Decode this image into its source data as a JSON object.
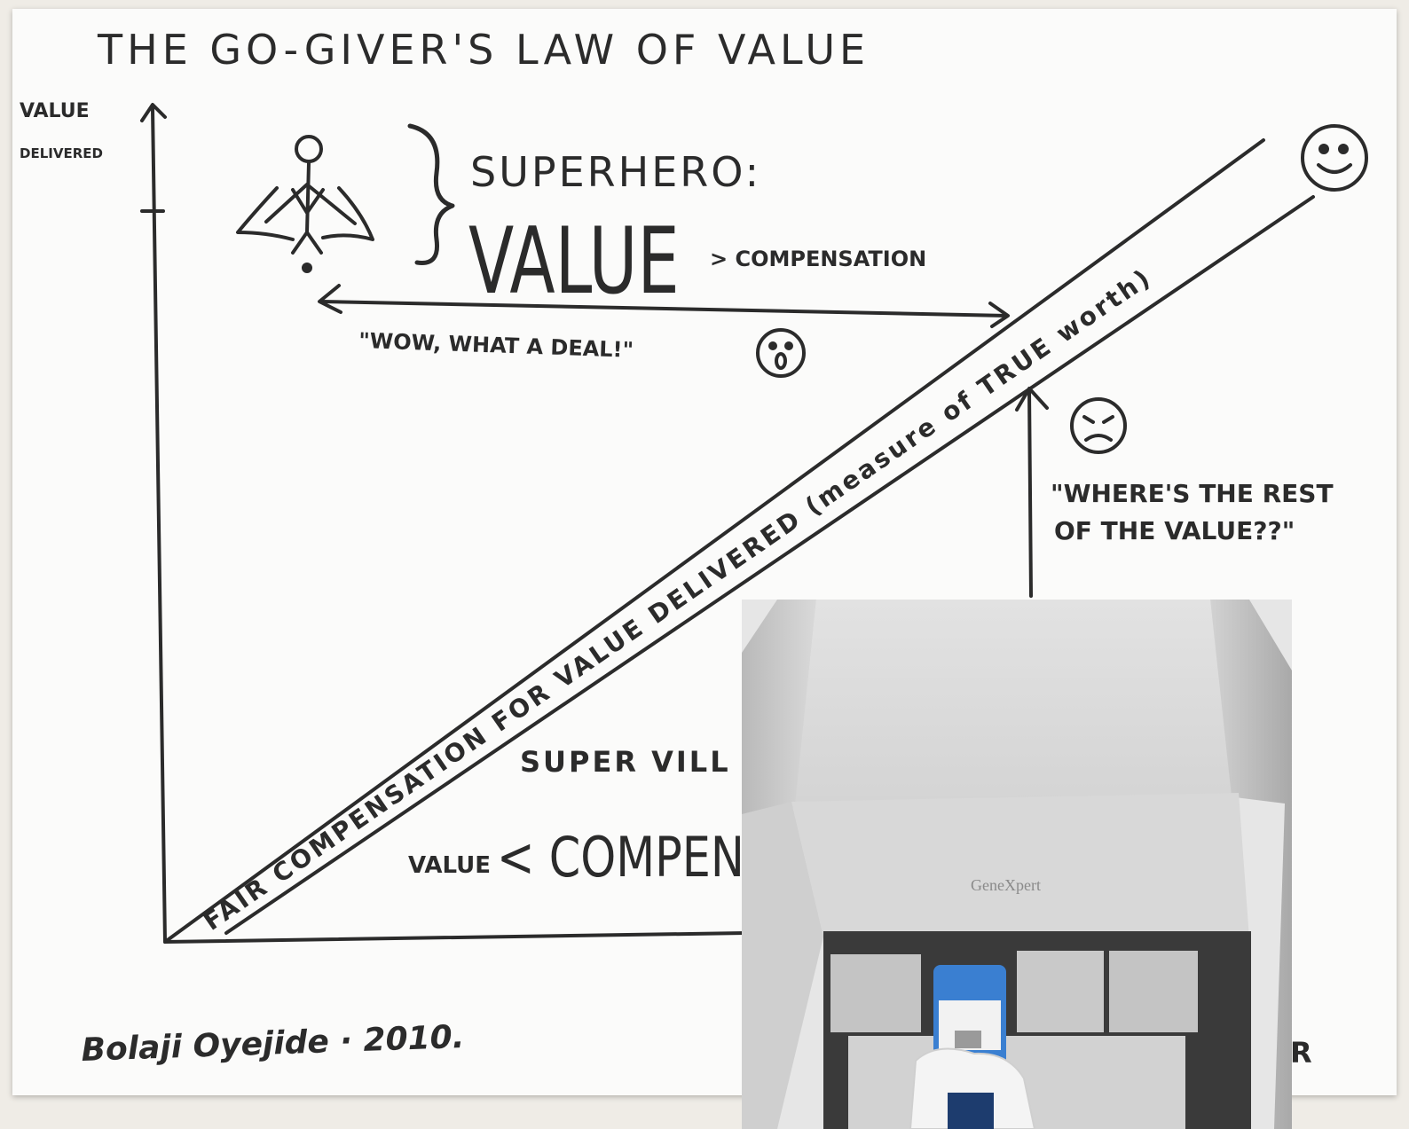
{
  "title": "THE GO-GIVER'S LAW OF VALUE",
  "y_axis_label_line1": "VALUE",
  "y_axis_label_line2": "DELIVERED",
  "superhero_label": "SUPERHERO:",
  "superhero_value_word": "VALUE",
  "superhero_relation": "> COMPENSATION",
  "wow_quote": "\"WOW, WHAT A DEAL!\"",
  "fair_line_text": "FAIR COMPENSATION FOR VALUE DELIVERED (measure of TRUE worth)",
  "rest_quote_line1": "\"WHERE'S THE REST",
  "rest_quote_line2": "OF THE VALUE??\"",
  "supervillain_label": "SUPER VILL",
  "villain_value_word": "VALUE",
  "villain_relation": "< COMPEN",
  "partial_letter": "R",
  "signature": "Bolaji Oyejide · 2010.",
  "device_brand": "GeneXpert",
  "colors": {
    "ink": "#2b2b2b",
    "paper": "#fbfbfa",
    "background": "#efece6",
    "device_body": "#d6d6d6",
    "cartridge": "#3a7fd1"
  }
}
